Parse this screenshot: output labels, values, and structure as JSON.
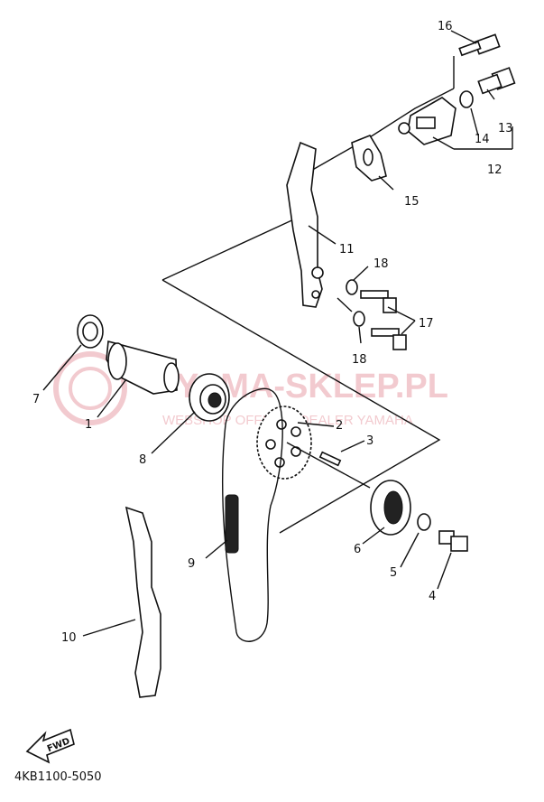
{
  "watermark": {
    "brand": "YAMA-SKLEP.PL",
    "tagline": "WEBSHOP OFFICIAL DEALER YAMAHA",
    "color": "#e8a0a8"
  },
  "callouts": [
    {
      "id": "c1",
      "label": "1"
    },
    {
      "id": "c2",
      "label": "2"
    },
    {
      "id": "c3",
      "label": "3"
    },
    {
      "id": "c4",
      "label": "4"
    },
    {
      "id": "c5",
      "label": "5"
    },
    {
      "id": "c6",
      "label": "6"
    },
    {
      "id": "c7",
      "label": "7"
    },
    {
      "id": "c8",
      "label": "8"
    },
    {
      "id": "c9",
      "label": "9"
    },
    {
      "id": "c10",
      "label": "10"
    },
    {
      "id": "c11",
      "label": "11"
    },
    {
      "id": "c12",
      "label": "12"
    },
    {
      "id": "c13",
      "label": "13"
    },
    {
      "id": "c14",
      "label": "14"
    },
    {
      "id": "c15",
      "label": "15"
    },
    {
      "id": "c16",
      "label": "16"
    },
    {
      "id": "c17",
      "label": "17"
    },
    {
      "id": "c18a",
      "label": "18"
    },
    {
      "id": "c18b",
      "label": "18"
    }
  ],
  "fwd_label": "FWD",
  "diagram_code": "4KB1100-5050"
}
